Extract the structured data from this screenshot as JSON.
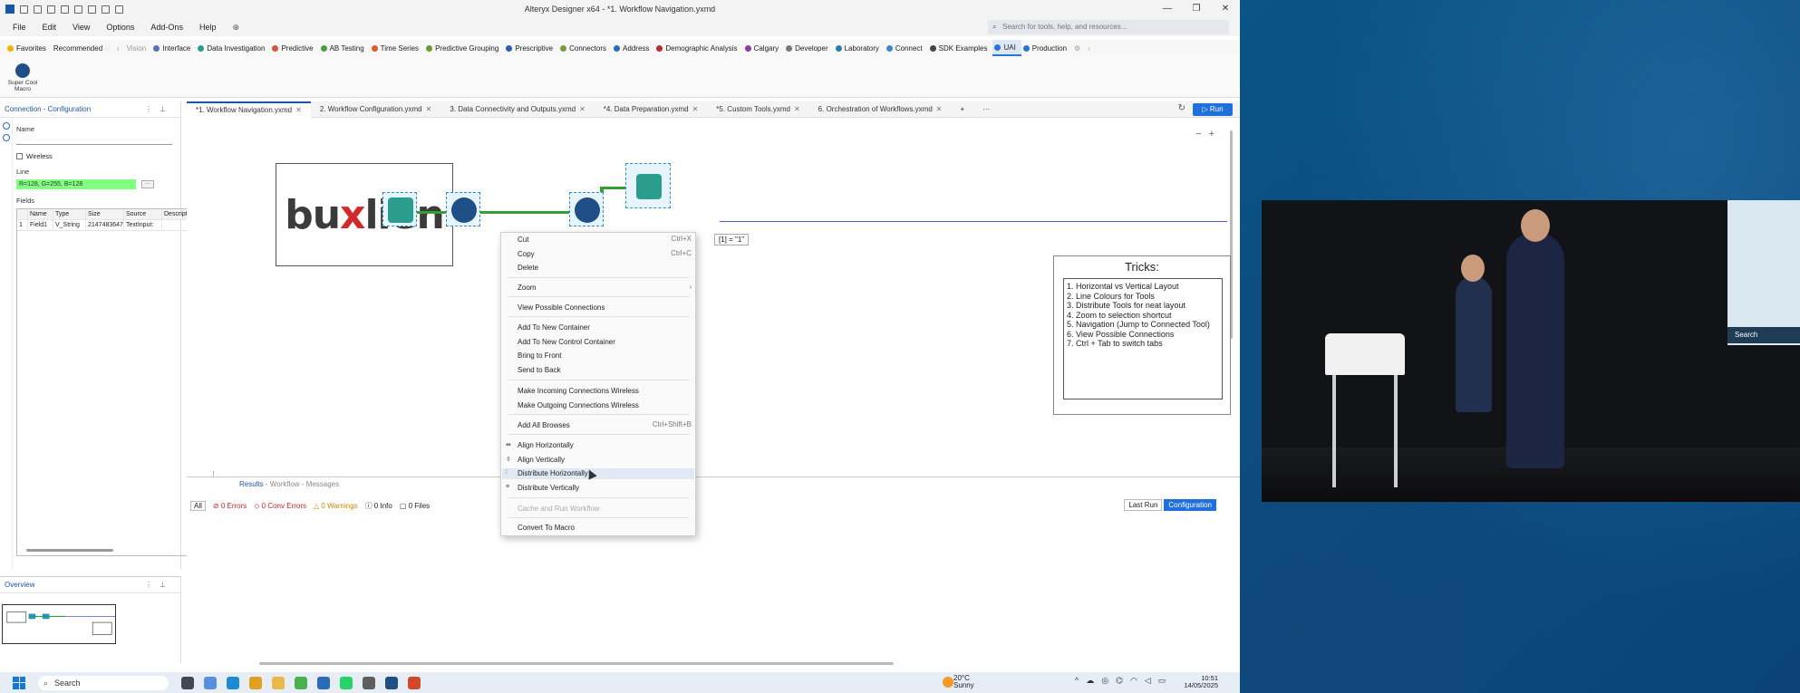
{
  "window": {
    "title": "Alteryx Designer x64 - *1. Workflow Navigation.yxmd",
    "controls": [
      "—",
      "❐",
      "✕"
    ]
  },
  "menu": [
    "File",
    "Edit",
    "View",
    "Options",
    "Add-Ons",
    "Help"
  ],
  "search": {
    "placeholder": "Search for tools, help, and resources..."
  },
  "tool_categories": [
    {
      "label": "Favorites",
      "color": "#f0b400"
    },
    {
      "label": "Recommended",
      "color": "#888888"
    },
    {
      "label": "Vision",
      "color": "#bbbbbb"
    },
    {
      "label": "Interface",
      "color": "#5b6fb8"
    },
    {
      "label": "Data Investigation",
      "color": "#2a9d8f"
    },
    {
      "label": "Predictive",
      "color": "#d2563d"
    },
    {
      "label": "AB Testing",
      "color": "#40a040"
    },
    {
      "label": "Time Series",
      "color": "#e0592a"
    },
    {
      "label": "Predictive Grouping",
      "color": "#6a9b30"
    },
    {
      "label": "Prescriptive",
      "color": "#2a5fb0"
    },
    {
      "label": "Connectors",
      "color": "#7a9a3c"
    },
    {
      "label": "Address",
      "color": "#2a6bb6"
    },
    {
      "label": "Demographic Analysis",
      "color": "#b03030"
    },
    {
      "label": "Calgary",
      "color": "#8a3aa0"
    },
    {
      "label": "Developer",
      "color": "#777777"
    },
    {
      "label": "Laboratory",
      "color": "#2a7ab6"
    },
    {
      "label": "Connect",
      "color": "#3a8acb"
    },
    {
      "label": "SDK Examples",
      "color": "#444444"
    },
    {
      "label": "UAI",
      "color": "#2a74d4"
    },
    {
      "label": "Production",
      "color": "#2a74d4"
    }
  ],
  "palette_tool": {
    "label": "Super Cool Macro"
  },
  "config_panel": {
    "title": "Connection - Configuration",
    "name_label": "Name",
    "wireless_label": "Wireless",
    "line_label": "Line",
    "line_value": "R=128, G=255, B=128",
    "line_color": "#80ff80",
    "fields_label": "Fields",
    "fields_headers": [
      "",
      "Name",
      "Type",
      "Size",
      "Source",
      "Description"
    ],
    "fields_rows": [
      [
        "1",
        "Field1",
        "V_String",
        "2147483647",
        "TextInput:",
        ""
      ]
    ]
  },
  "overview": {
    "title": "Overview"
  },
  "doc_tabs": [
    {
      "label": "*1. Workflow Navigation.yxmd",
      "active": true
    },
    {
      "label": "2. Workflow Configuration.yxmd",
      "active": false
    },
    {
      "label": "3. Data Connectivity and Outputs.yxmd",
      "active": false
    },
    {
      "label": "*4. Data Preparation.yxmd",
      "active": false
    },
    {
      "label": "*5. Custom Tools.yxmd",
      "active": false
    },
    {
      "label": "6. Orchestration of Workflows.yxmd",
      "active": false
    }
  ],
  "run_label": "Run",
  "canvas": {
    "logo_text_a": "bu",
    "logo_text_b": "x",
    "logo_text_c": "lien",
    "formula_text": "[1] = \"1\"",
    "tricks_title": "Tricks:",
    "tricks": [
      "1. Horizontal vs Vertical Layout",
      "2. Line Colours for Tools",
      "3. Distribute Tools for neat layout",
      "4. Zoom to selection shortcut",
      "5. Navigation (Jump to Connected Tool)",
      "6. View Possible Connections",
      "7. Ctrl + Tab to switch tabs"
    ]
  },
  "context_menu": {
    "cut": "Cut",
    "cut_sc": "Ctrl+X",
    "copy": "Copy",
    "copy_sc": "Ctrl+C",
    "delete": "Delete",
    "zoom": "Zoom",
    "view_conn": "View Possible Connections",
    "add_container": "Add To New Container",
    "add_control_container": "Add To New Control Container",
    "bring_front": "Bring to Front",
    "send_back": "Send to Back",
    "incoming_wireless": "Make Incoming Connections Wireless",
    "outgoing_wireless": "Make Outgoing Connections Wireless",
    "add_browses": "Add All Browses",
    "add_browses_sc": "Ctrl+Shift+B",
    "align_h": "Align Horizontally",
    "align_v": "Align Vertically",
    "dist_h": "Distribute Horizontally",
    "dist_v": "Distribute Vertically",
    "cache_run": "Cache and Run Workflow",
    "convert_macro": "Convert To Macro"
  },
  "results": {
    "title": "Results",
    "subtitle": "- Workflow - Messages",
    "all": "All",
    "errors": "0 Errors",
    "conv_errors": "0 Conv Errors",
    "warnings": "0 Warnings",
    "info": "0 Info",
    "files": "0 Files",
    "last_run": "Last Run",
    "configuration": "Configuration"
  },
  "taskbar": {
    "search": "Search",
    "temp": "20°C",
    "weather": "Sunny",
    "time": "10:51",
    "date": "14/05/2025"
  },
  "video": {
    "search_text": "Search"
  }
}
